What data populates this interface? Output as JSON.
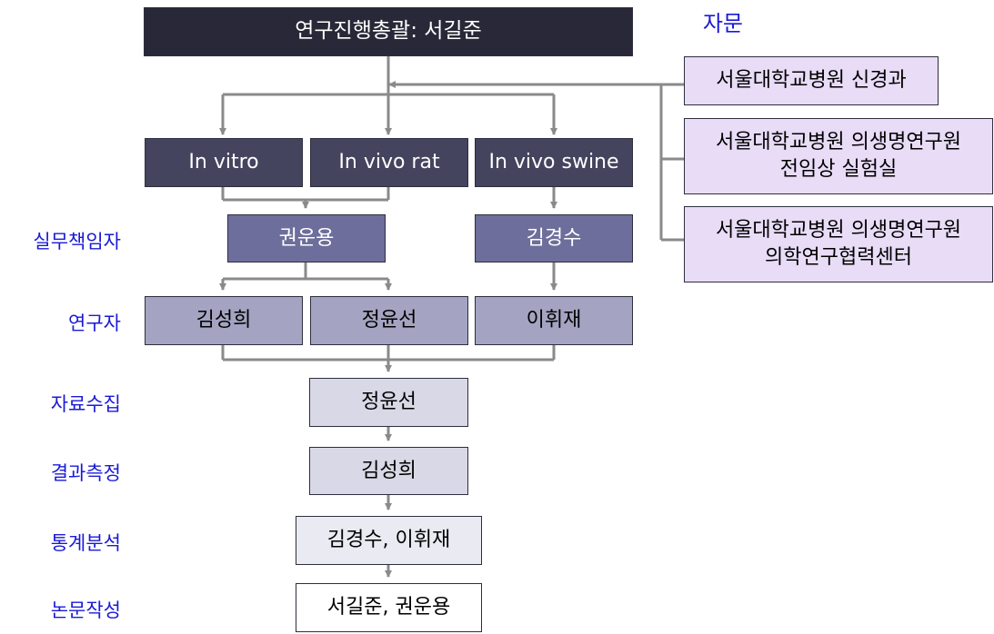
{
  "top": {
    "director": "연구진행총괄: 서길준"
  },
  "advisory": {
    "title": "자문",
    "items": [
      "서울대학교병원 신경과",
      "서울대학교병원 의생명연구원\n전임상 실험실",
      "서울대학교병원 의생명연구원\n의학연구협력센터"
    ]
  },
  "studies": [
    "In vitro",
    "In vivo rat",
    "In vivo swine"
  ],
  "roles": {
    "lead": "실무책임자",
    "researcher": "연구자",
    "data_collection": "자료수집",
    "measurement": "결과측정",
    "statistics": "통계분석",
    "paper": "논문작성"
  },
  "leads": [
    "권운용",
    "김경수"
  ],
  "researchers": [
    "김성희",
    "정윤선",
    "이휘재"
  ],
  "steps": {
    "data_collection": "정윤선",
    "measurement": "김성희",
    "statistics": "김경수, 이휘재",
    "paper": "서길준, 권운용"
  }
}
